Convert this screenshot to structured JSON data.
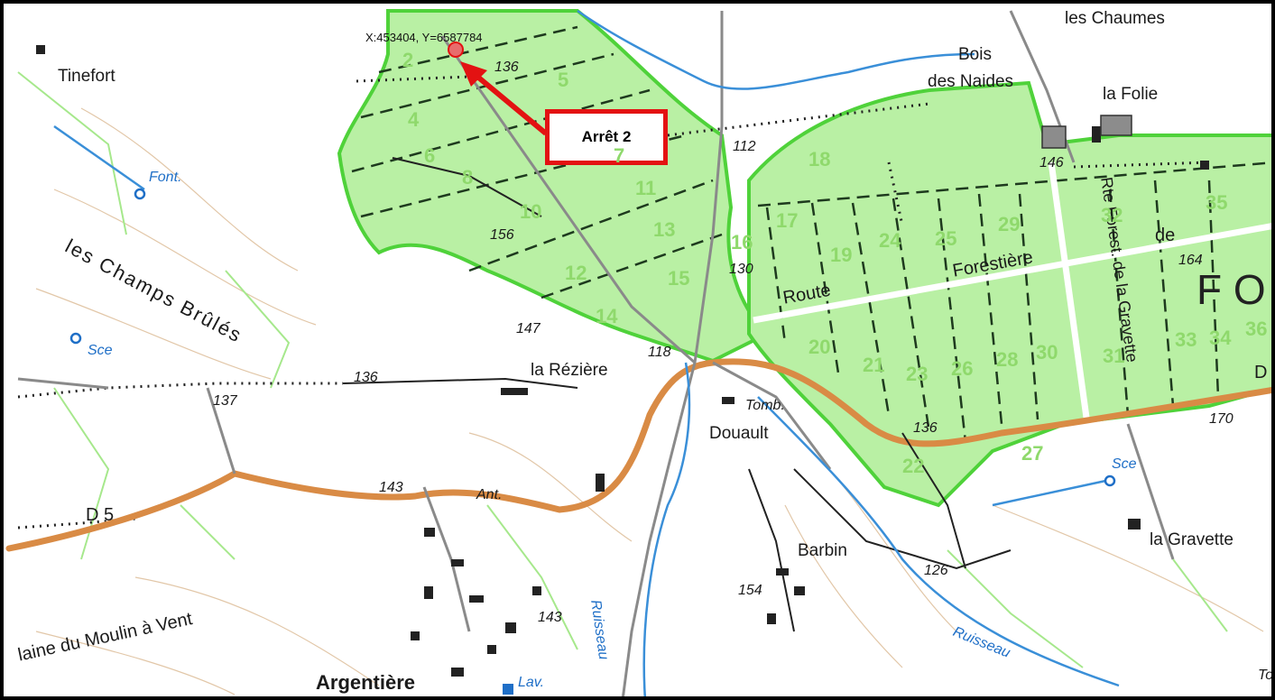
{
  "map": {
    "coordinate_readout": "X:453404, Y=6587784",
    "stop_label": "Arrêt 2",
    "places": {
      "tinefort": "Tinefort",
      "les_chaumes": "les Chaumes",
      "bois": "Bois",
      "des_naides": "des Naides",
      "la_folie": "la Folie",
      "la_reziere": "la Rézière",
      "douault": "Douault",
      "tomb": "Tomb.",
      "barbin": "Barbin",
      "argentiere": "Argentière",
      "la_gravette": "la Gravette",
      "font": "Font.",
      "sce_left": "Sce",
      "sce_right": "Sce",
      "ant": "Ant.",
      "lav": "Lav.",
      "champs_brules": "les Champs Brûlés",
      "moulin": "laine du Moulin à Vent",
      "ruisseau_1": "Ruisseau",
      "ruisseau_2": "Ruisseau",
      "d5": "D 5",
      "route": "Route",
      "forestiere": "Forestière",
      "de": "de",
      "rte_forest": "Rte Forest. de la Gravette",
      "fo": "F O",
      "d_right": "D",
      "to_right": "To"
    },
    "elevations": {
      "e136a": "136",
      "e112": "112",
      "e146": "146",
      "e156": "156",
      "e130": "130",
      "e164": "164",
      "e147": "147",
      "e118": "118",
      "e136b": "136",
      "e137": "137",
      "e136c": "136",
      "e170": "170",
      "e143a": "143",
      "e143b": "143",
      "e154": "154",
      "e126": "126"
    },
    "parcels": [
      "2",
      "5",
      "4",
      "6",
      "7",
      "8",
      "10",
      "11",
      "12",
      "13",
      "14",
      "15",
      "16",
      "17",
      "18",
      "19",
      "20",
      "21",
      "22",
      "23",
      "24",
      "25",
      "26",
      "27",
      "28",
      "29",
      "30",
      "31",
      "32",
      "33",
      "34",
      "35",
      "36"
    ],
    "colors": {
      "forest": "#b9f0a4",
      "forest_edge": "#4fd23a",
      "road_orange": "#d98b45",
      "stream": "#3a8fd8",
      "marker": "#e31212"
    }
  }
}
